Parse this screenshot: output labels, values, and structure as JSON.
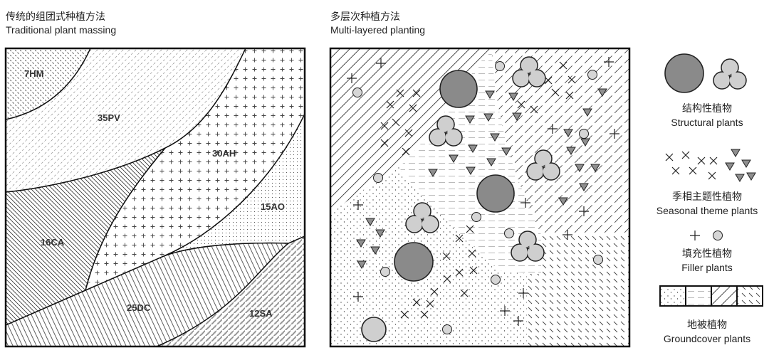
{
  "left_panel": {
    "title_zh": "传统的组团式种植方法",
    "title_en": "Traditional plant massing",
    "regions": [
      "7HM",
      "35PV",
      "16CA",
      "30AH",
      "15AO",
      "25DC",
      "12SA"
    ]
  },
  "right_panel": {
    "title_zh": "多层次种植方法",
    "title_en": "Multi-layered planting"
  },
  "legend": [
    {
      "zh": "结构性植物",
      "en": "Structural plants"
    },
    {
      "zh": "季相主题性植物",
      "en": "Seasonal theme plants"
    },
    {
      "zh": "填充性植物",
      "en": "Filler plants"
    },
    {
      "zh": "地被植物",
      "en": "Groundcover plants"
    }
  ],
  "colors": {
    "structural_dark": "#8a8a8a",
    "structural_light": "#cfcfcf",
    "triangle": "#8f8f8f",
    "filler": "#d6d6d6"
  }
}
